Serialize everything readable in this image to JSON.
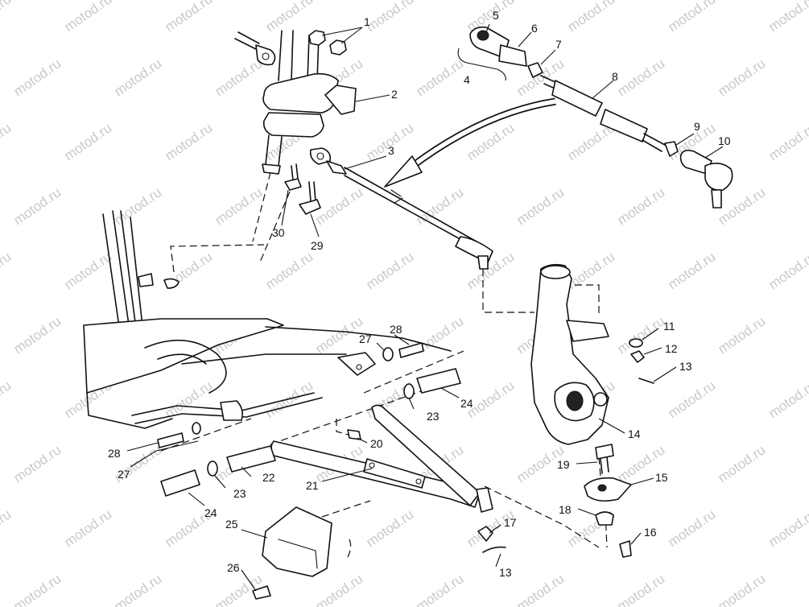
{
  "watermark": "motod.ru",
  "callouts": [
    "1",
    "2",
    "3",
    "4",
    "5",
    "6",
    "7",
    "8",
    "9",
    "10",
    "11",
    "12",
    "13",
    "13",
    "14",
    "15",
    "16",
    "17",
    "18",
    "19",
    "20",
    "21",
    "22",
    "23",
    "23",
    "24",
    "24",
    "25",
    "26",
    "27",
    "27",
    "28",
    "28",
    "29",
    "30"
  ]
}
